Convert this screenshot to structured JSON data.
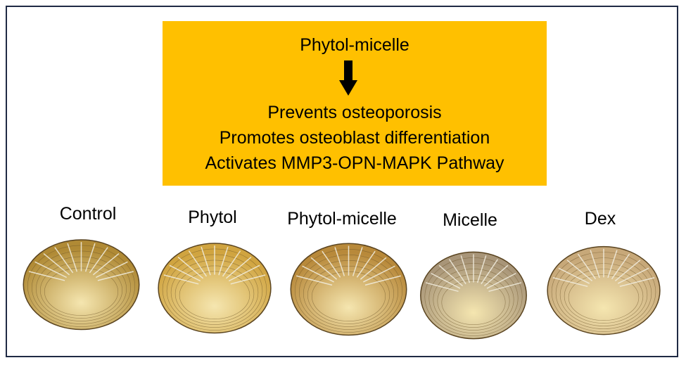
{
  "summary_box": {
    "title": "Phytol-micelle",
    "effects": [
      "Prevents osteoporosis",
      "Promotes osteoblast differentiation",
      "Activates MMP3-OPN-MAPK Pathway"
    ],
    "background_color": "#FFC000"
  },
  "groups": [
    {
      "label": "Control"
    },
    {
      "label": "Phytol"
    },
    {
      "label": "Phytol-micelle"
    },
    {
      "label": "Micelle"
    },
    {
      "label": "Dex"
    }
  ]
}
